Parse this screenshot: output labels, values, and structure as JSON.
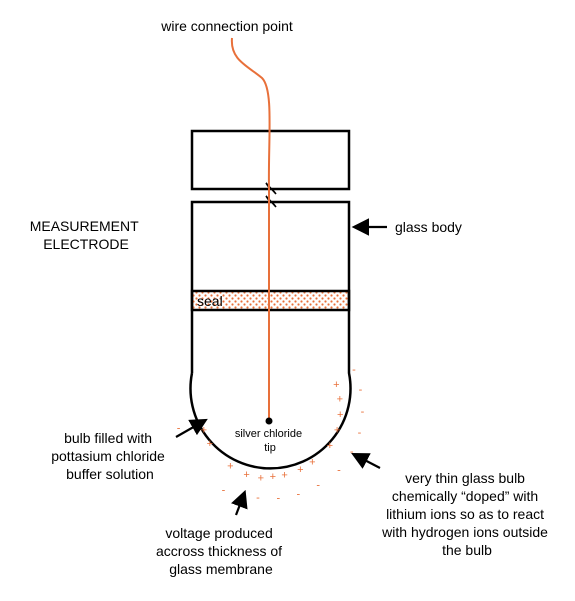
{
  "labels": {
    "wire_connection": "wire connection point",
    "electrode_title": [
      "MEASUREMENT",
      "ELECTRODE"
    ],
    "glass_body": "glass body",
    "seal": "seal",
    "bulb_filled": [
      "bulb filled with",
      "pottasium chloride",
      "buffer solution"
    ],
    "tip": [
      "silver chloride",
      "tip"
    ],
    "thin_bulb": [
      "very thin glass bulb",
      "chemically “doped” with",
      "lithium ions so as to react",
      "with hydrogen ions outside",
      "the bulb"
    ],
    "voltage": [
      "voltage produced",
      "accross thickness of",
      "glass membrane"
    ]
  },
  "charges": {
    "inner": "+",
    "outer": "-"
  },
  "colors": {
    "wire": "#e8703a",
    "seal_dots": "#e8703a",
    "charge": "#e8703a",
    "outline": "#000000"
  }
}
